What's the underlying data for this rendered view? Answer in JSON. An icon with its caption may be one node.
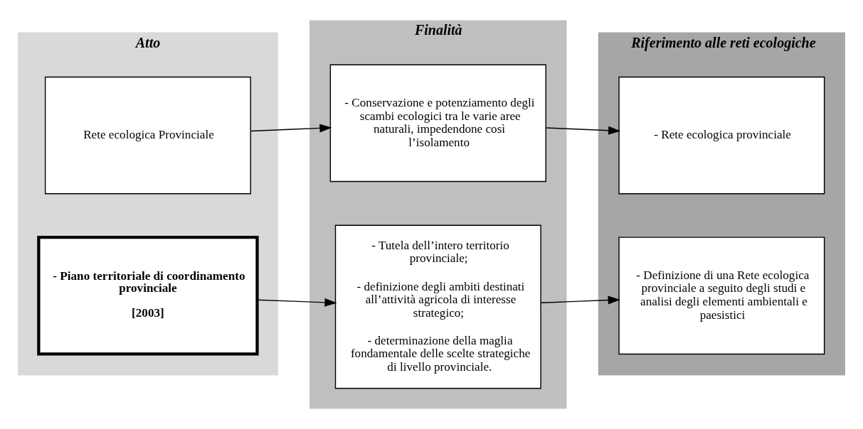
{
  "diagram": {
    "nodes": [
      {
        "text": [
          "Atto"
        ]
      },
      {
        "text": [
          "- Piano territoriale di coordinamento provinciale",
          "[2003]"
        ],
        "in": 0
      },
      {
        "text": [
          "Rete ecologica Provinciale"
        ],
        "in": 0
      },
      {
        "text": [
          "Finalità"
        ]
      },
      {
        "text": [
          "- Tutela dell’intero territorio provinciale;",
          "- definizione degli ambiti destinati all’attività agricola di interesse strategico;",
          "- determinazione della maglia fondamentale delle scelte strategiche di livello provinciale."
        ],
        "in": 3
      },
      {
        "text": [
          "- Conservazione e potenziamento degli scambi ecologici tra le varie aree naturali, impedendone così l’isolamento"
        ],
        "in": 3
      },
      {
        "text": [
          "Riferimento alle reti ecologiche"
        ]
      },
      {
        "text": [
          "- Definizione di una Rete ecologica provinciale a seguito degli studi e analisi degli elementi ambientali e paesistici"
        ],
        "in": 6
      },
      {
        "text": [
          "- Rete ecologica provinciale"
        ],
        "in": 6
      }
    ],
    "edges": [
      {
        "from": 1,
        "to": 4,
        "arrow": "to"
      },
      {
        "from": 4,
        "to": 7,
        "arrow": "to"
      },
      {
        "from": 2,
        "to": 5,
        "arrow": "to"
      },
      {
        "from": 5,
        "to": 8,
        "arrow": "to"
      }
    ]
  }
}
